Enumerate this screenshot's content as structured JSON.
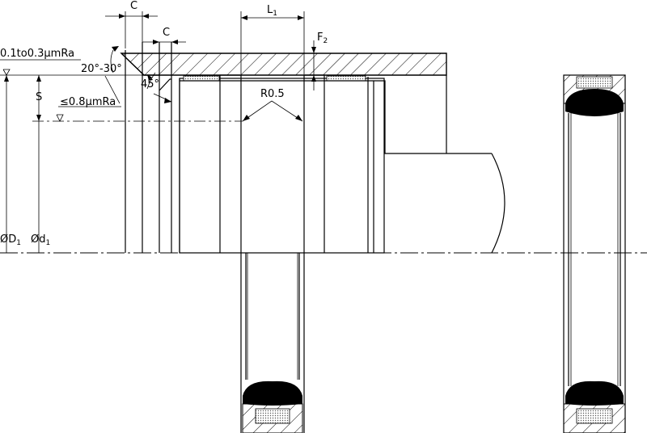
{
  "labels": {
    "c_top": "C",
    "c_mid": "C",
    "l1": "L",
    "l1_sub": "1",
    "f": "F",
    "f_sub": "2",
    "roughness_top": "0.1to0.3μmRa",
    "angle": "20°-30°",
    "angle_45": "45°",
    "s": "S",
    "roughness_low": "≤0.8μmRa",
    "r05": "R0.5",
    "d1_big": "ØD",
    "d1_big_sub": "1",
    "d1_small": "Ød",
    "d1_small_sub": "1"
  },
  "colors": {
    "ink": "#000000",
    "seal_rubber": "#000000",
    "guide_band": "#c8c8c8",
    "background": "#ffffff"
  }
}
